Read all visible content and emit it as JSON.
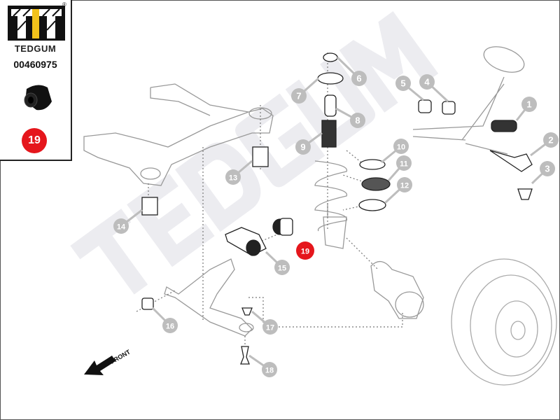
{
  "brand": {
    "name": "TEDGUM",
    "registered_mark": "®",
    "part_number": "00460975",
    "highlight_position": "19"
  },
  "watermark": "TEDGUM",
  "front_label": "FRONT",
  "callouts": [
    "1",
    "2",
    "3",
    "4",
    "5",
    "6",
    "7",
    "8",
    "9",
    "10",
    "11",
    "12",
    "13",
    "14",
    "15",
    "16",
    "17",
    "18"
  ],
  "highlight_callout": "19",
  "colors": {
    "highlight": "#e5161c",
    "callout": "#bdbdbd",
    "logo_yellow": "#f2c21b"
  }
}
